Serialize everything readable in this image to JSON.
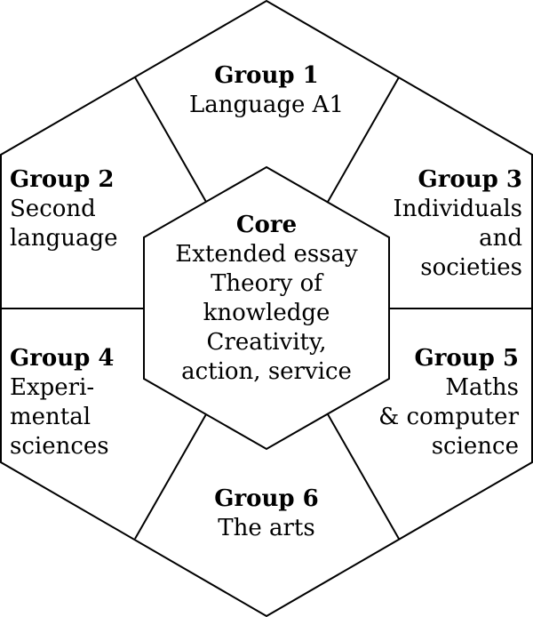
{
  "groups": [
    {
      "id": "g1",
      "title": "Group 1",
      "lines": [
        "Language A1"
      ]
    },
    {
      "id": "g2",
      "title": "Group 2",
      "lines": [
        "Second",
        "language"
      ]
    },
    {
      "id": "g3",
      "title": "Group 3",
      "lines": [
        "Individuals",
        "and",
        "societies"
      ]
    },
    {
      "id": "g4",
      "title": "Group 4",
      "lines": [
        "Experi-",
        "mental",
        "sciences"
      ]
    },
    {
      "id": "g5",
      "title": "Group 5",
      "lines": [
        "Maths",
        "& computer",
        "science"
      ]
    },
    {
      "id": "g6",
      "title": "Group 6",
      "lines": [
        "The arts"
      ]
    }
  ],
  "core": {
    "title": "Core",
    "lines": [
      "Extended essay",
      "Theory of",
      "knowledge",
      "Creativity,",
      "action, service"
    ]
  },
  "colors": {
    "stroke": "#000000",
    "fill": "#ffffff",
    "text": "#000000"
  }
}
